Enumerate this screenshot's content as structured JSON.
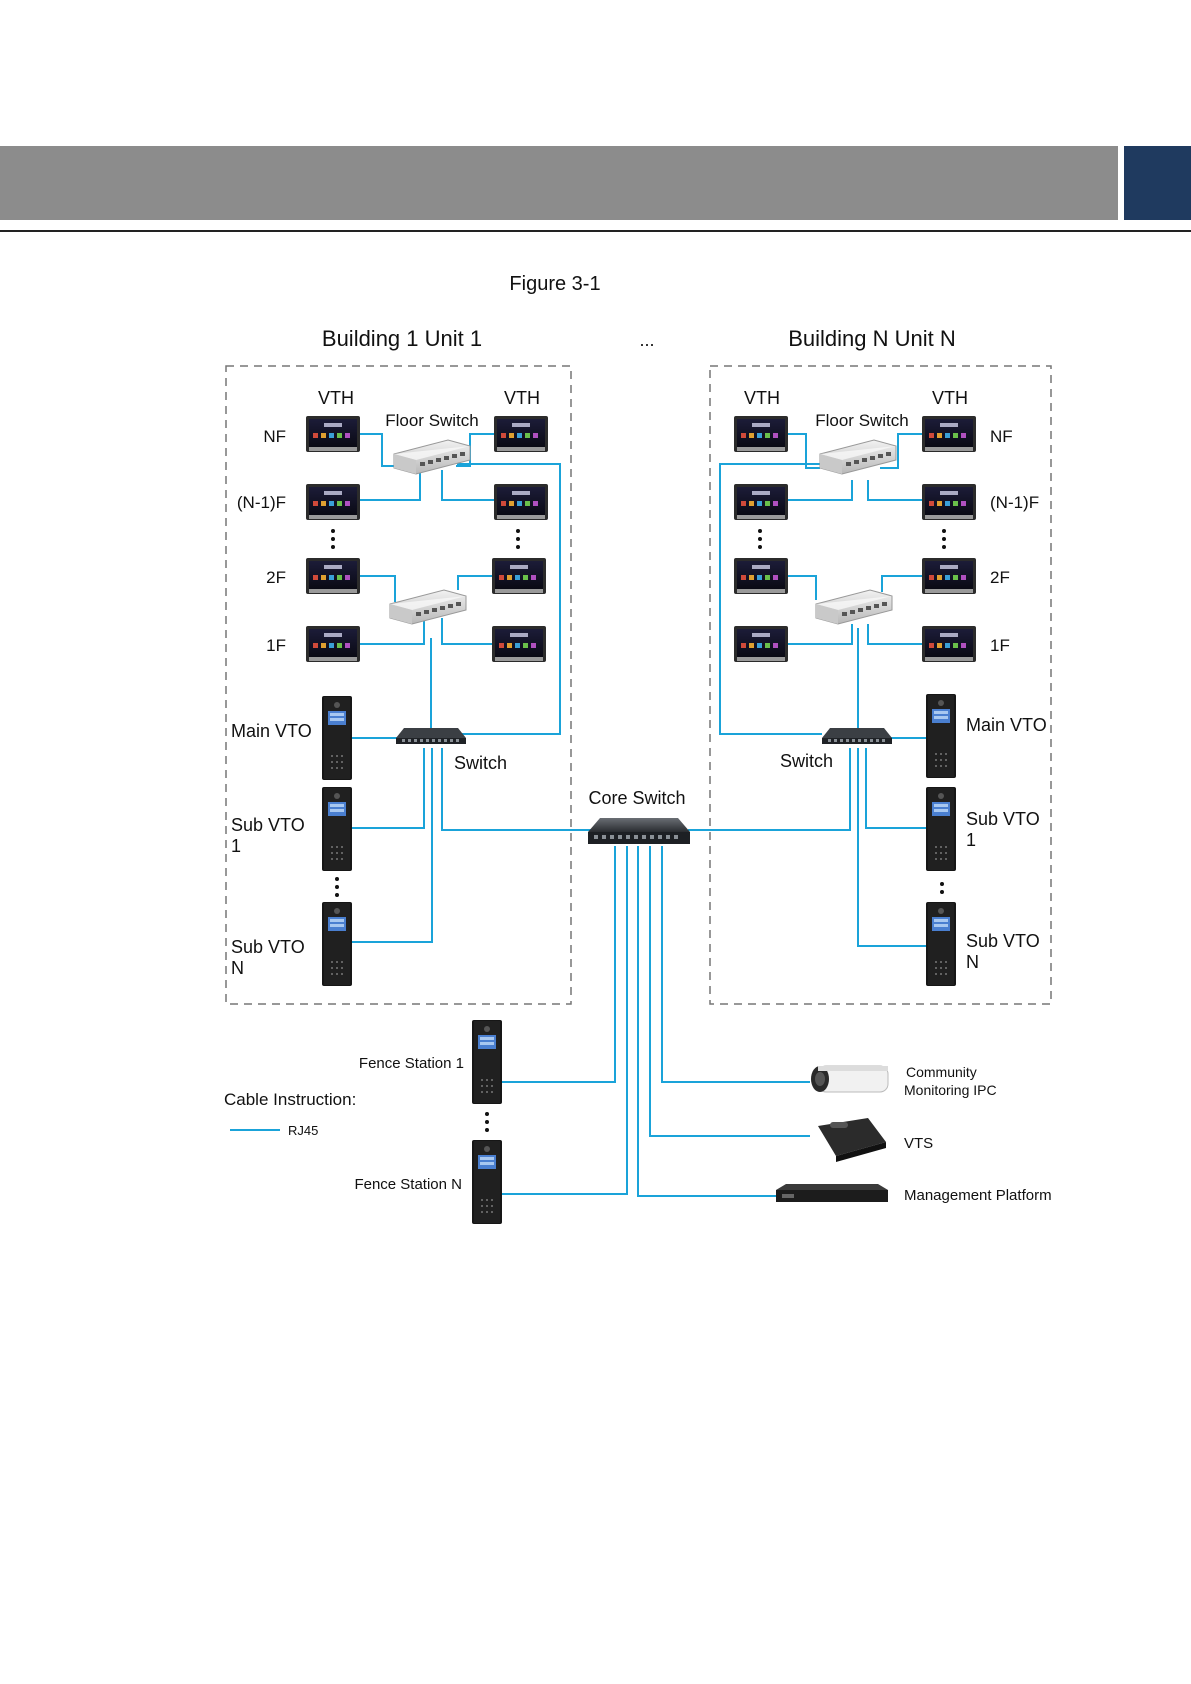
{
  "header": {
    "band_color": "#8c8c8c",
    "tab_color": "#1f3a5f"
  },
  "figure": {
    "caption": "Figure 3-1",
    "ellipsis": "...",
    "cable_color": "#1aa3d9",
    "left_building": {
      "title": "Building 1 Unit 1",
      "vth_left": "VTH",
      "vth_right": "VTH",
      "floor_switch": "Floor Switch",
      "floors": [
        "NF",
        "(N-1)F",
        "2F",
        "1F"
      ],
      "switch": "Switch",
      "main_vto": "Main VTO",
      "sub_vto_1": [
        "Sub VTO",
        "1"
      ],
      "sub_vto_n": [
        "Sub VTO",
        "N"
      ]
    },
    "right_building": {
      "title": "Building N Unit N",
      "vth_left": "VTH",
      "vth_right": "VTH",
      "floor_switch": "Floor Switch",
      "floors": [
        "NF",
        "(N-1)F",
        "2F",
        "1F"
      ],
      "switch": "Switch",
      "main_vto": "Main VTO",
      "sub_vto_1": [
        "Sub VTO",
        "1"
      ],
      "sub_vto_n": [
        "Sub VTO",
        "N"
      ]
    },
    "core_switch": "Core Switch",
    "fence_station_1": "Fence Station 1",
    "fence_station_n": "Fence Station N",
    "ipc": [
      "Community",
      "Monitoring IPC"
    ],
    "vts": "VTS",
    "management_platform": "Management Platform",
    "legend": {
      "title": "Cable Instruction:",
      "rj45": "RJ45"
    }
  }
}
